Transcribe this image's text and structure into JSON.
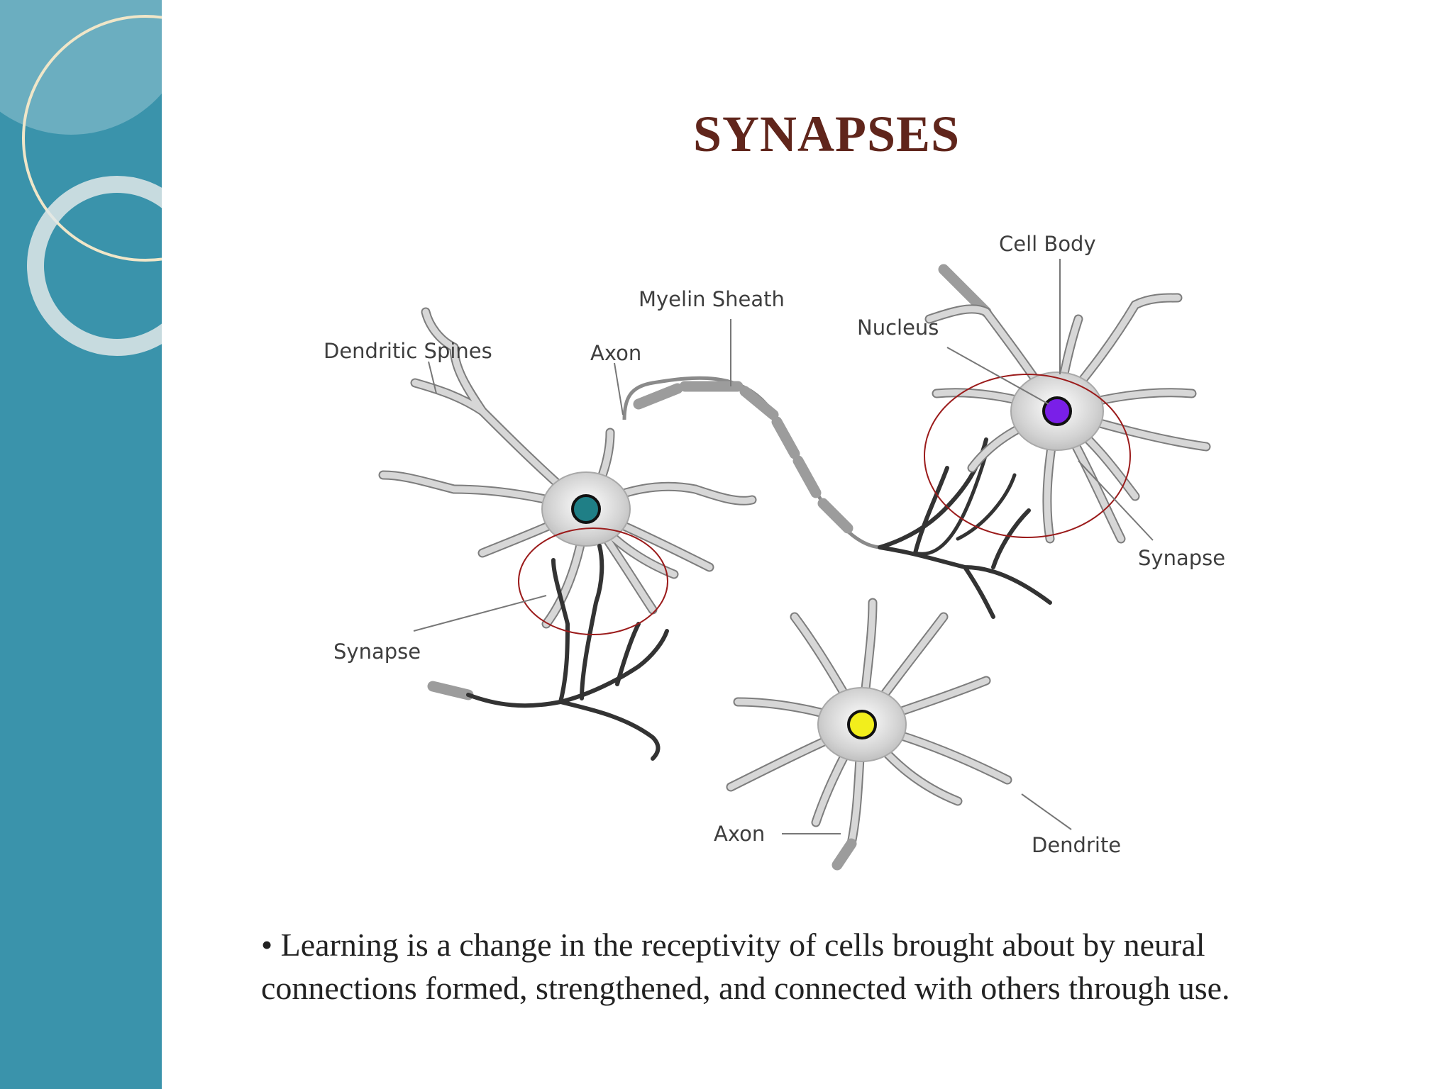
{
  "slide": {
    "title": "SYNAPSES",
    "body_text": "• Learning is a change in the receptivity of cells brought about by neural connections formed, strengthened, and connected with others through use."
  },
  "diagram": {
    "labels": {
      "cell_body": "Cell Body",
      "myelin_sheath": "Myelin Sheath",
      "nucleus": "Nucleus",
      "dendritic_spines": "Dendritic Spines",
      "axon_top": "Axon",
      "synapse_right": "Synapse",
      "synapse_left": "Synapse",
      "axon_bottom": "Axon",
      "dendrite": "Dendrite"
    },
    "nucleus_colors": {
      "left_neuron": "#1f7f86",
      "right_neuron": "#7a1fe8",
      "bottom_neuron": "#f2ee1c"
    },
    "highlight_circle_color": "#9b1b1b"
  },
  "theme": {
    "sidebar_color": "#3a93ab",
    "title_color": "#60251b"
  }
}
